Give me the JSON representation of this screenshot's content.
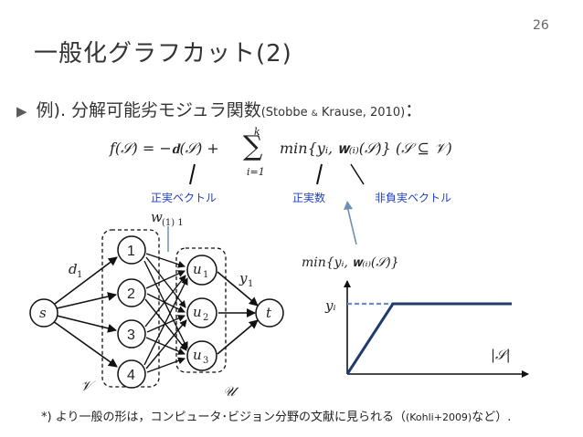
{
  "page_number": "26",
  "title": "一般化グラフカット(2)",
  "bullet": {
    "prefix": "例). 分解可能劣モジュラ関数",
    "citation_a": "(Stobbe ",
    "citation_amp": "&",
    "citation_b": " Krause, 2010)",
    "suffix": "："
  },
  "formula": {
    "lhs": "f(𝒮) = −𝐝(𝒮) + ",
    "sum_upper": "k",
    "sum_lower": "i=1",
    "rhs": "min{yᵢ, 𝐰₍ᵢ₎(𝒮)}  (𝒮 ⊆ 𝒱)"
  },
  "annotations": {
    "real_vector": "正実ベクトル",
    "real_number": "正実数",
    "nonneg_vector": "非負実ベクトル"
  },
  "graph": {
    "source": "s",
    "sink": "t",
    "v_nodes": [
      "1",
      "2",
      "3",
      "4"
    ],
    "u_nodes": [
      "u",
      "u",
      "u"
    ],
    "u_subs": [
      "1",
      "2",
      "3"
    ],
    "d_label": "d",
    "d_sub": "1",
    "y_label": "y",
    "y_sub": "1",
    "w_label": "w",
    "w_sub": "(1) 1",
    "V_label": "𝒱",
    "U_label": "𝒰"
  },
  "mini_plot": {
    "label": "min{yᵢ, 𝐰₍ᵢ₎(𝒮)}",
    "y_label": "yᵢ",
    "x_label": "|𝒮|"
  },
  "footnote": {
    "text": "*) より一般の形は，コンピュータ･ビジョン分野の文献に見られる（",
    "cite": "(Kohli+2009)",
    "tail": "など）."
  },
  "colors": {
    "annotation": "#1f3fbf",
    "plot_line": "#1f3a6e",
    "plot_dashed": "#6b8cc7",
    "pointer": "#6f8fb3"
  }
}
